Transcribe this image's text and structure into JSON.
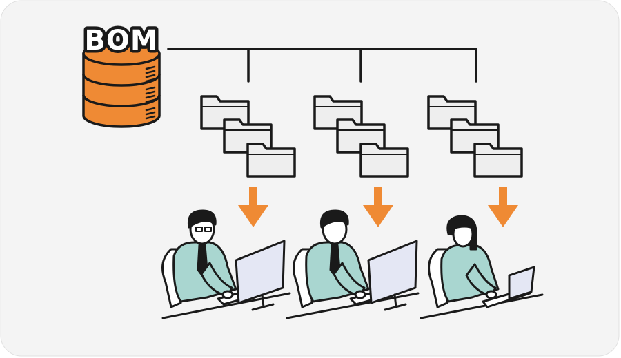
{
  "database": {
    "label": "BOM",
    "icon": "database-icon"
  },
  "branches": [
    {
      "icon": "folder-stack-icon",
      "arrow": "down-arrow-icon",
      "worker": "worker-with-desktop-icon",
      "variant": "glasses"
    },
    {
      "icon": "folder-stack-icon",
      "arrow": "down-arrow-icon",
      "worker": "worker-with-desktop-icon",
      "variant": "plain"
    },
    {
      "icon": "folder-stack-icon",
      "arrow": "down-arrow-icon",
      "worker": "worker-with-laptop-icon",
      "variant": "woman"
    }
  ],
  "colors": {
    "background": "#f4f4f4",
    "accent": "#ef8a34",
    "outline": "#1a1a1a",
    "folder": "#eeeeee",
    "suit": "#a9d6d0",
    "screen": "#e4e7f4"
  }
}
